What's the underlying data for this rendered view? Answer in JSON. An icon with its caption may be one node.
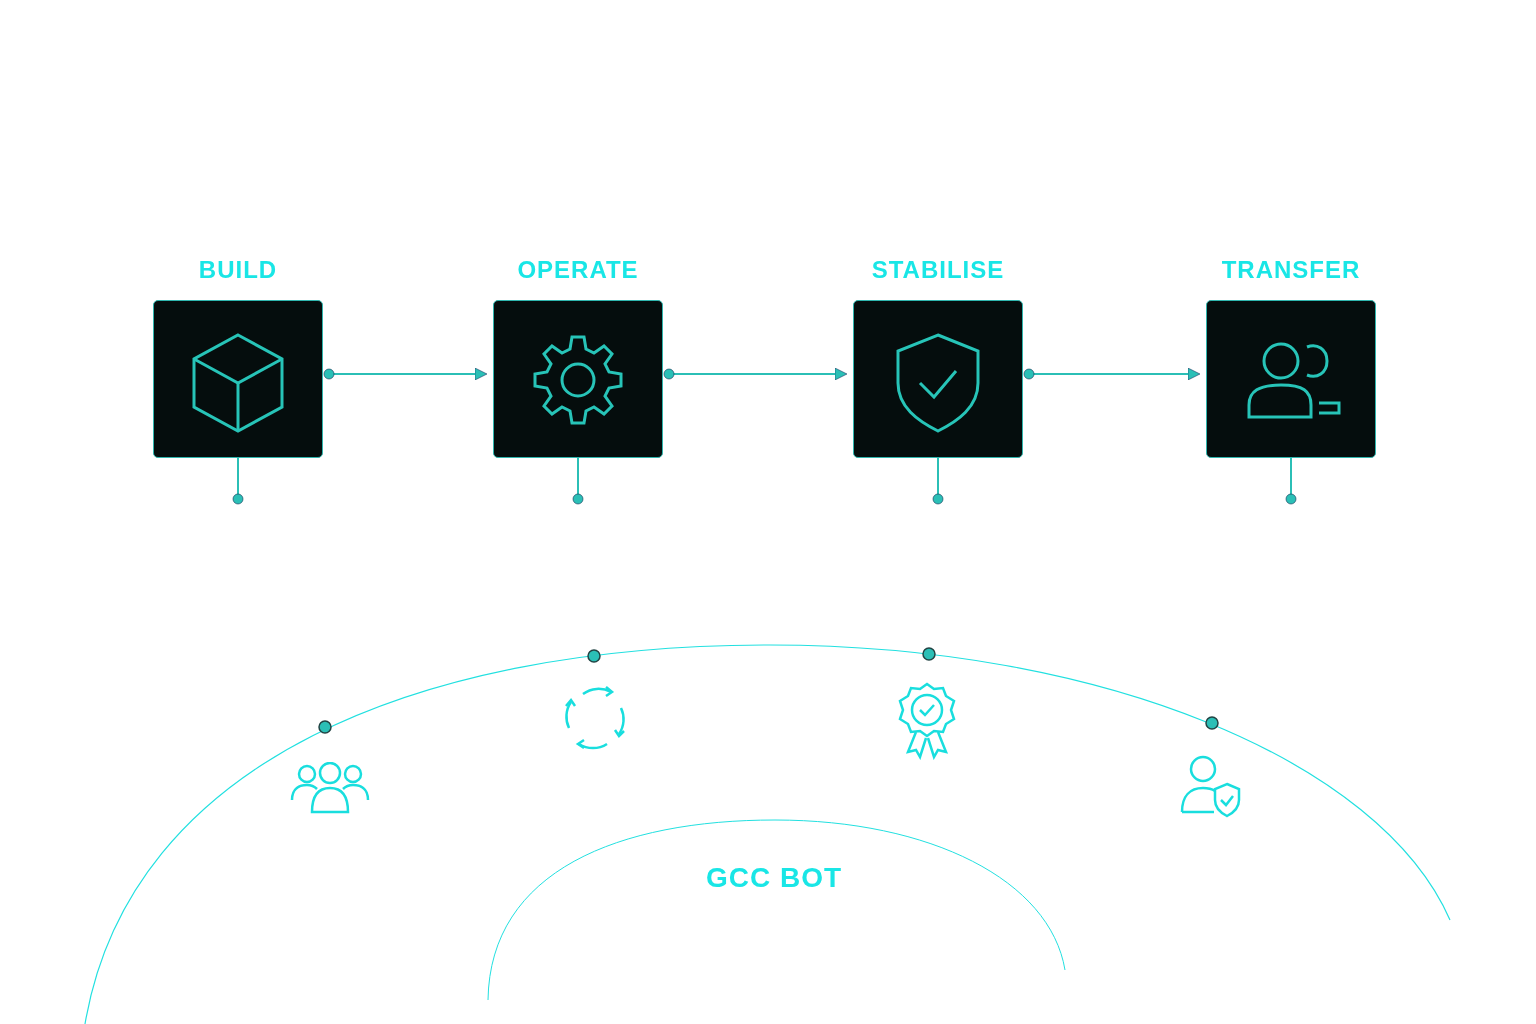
{
  "diagram": {
    "nodes": [
      {
        "text": [
          "BUILD"
        ]
      },
      {
        "text": [
          "OPERATE"
        ]
      },
      {
        "text": [
          "STABILISE"
        ]
      },
      {
        "text": [
          "TRANSFER"
        ]
      }
    ],
    "edges": [
      {
        "from": 0,
        "to": 1,
        "arrow": "to"
      },
      {
        "from": 1,
        "to": 2,
        "arrow": "to"
      },
      {
        "from": 2,
        "to": 3,
        "arrow": "to"
      },
      {
        "from": 0,
        "to": null,
        "arrow": "other"
      },
      {
        "from": 1,
        "to": null,
        "arrow": "other"
      },
      {
        "from": 2,
        "to": null,
        "arrow": "other"
      },
      {
        "from": 3,
        "to": null,
        "arrow": "other"
      }
    ],
    "labels": [
      "GCC BOT"
    ]
  }
}
